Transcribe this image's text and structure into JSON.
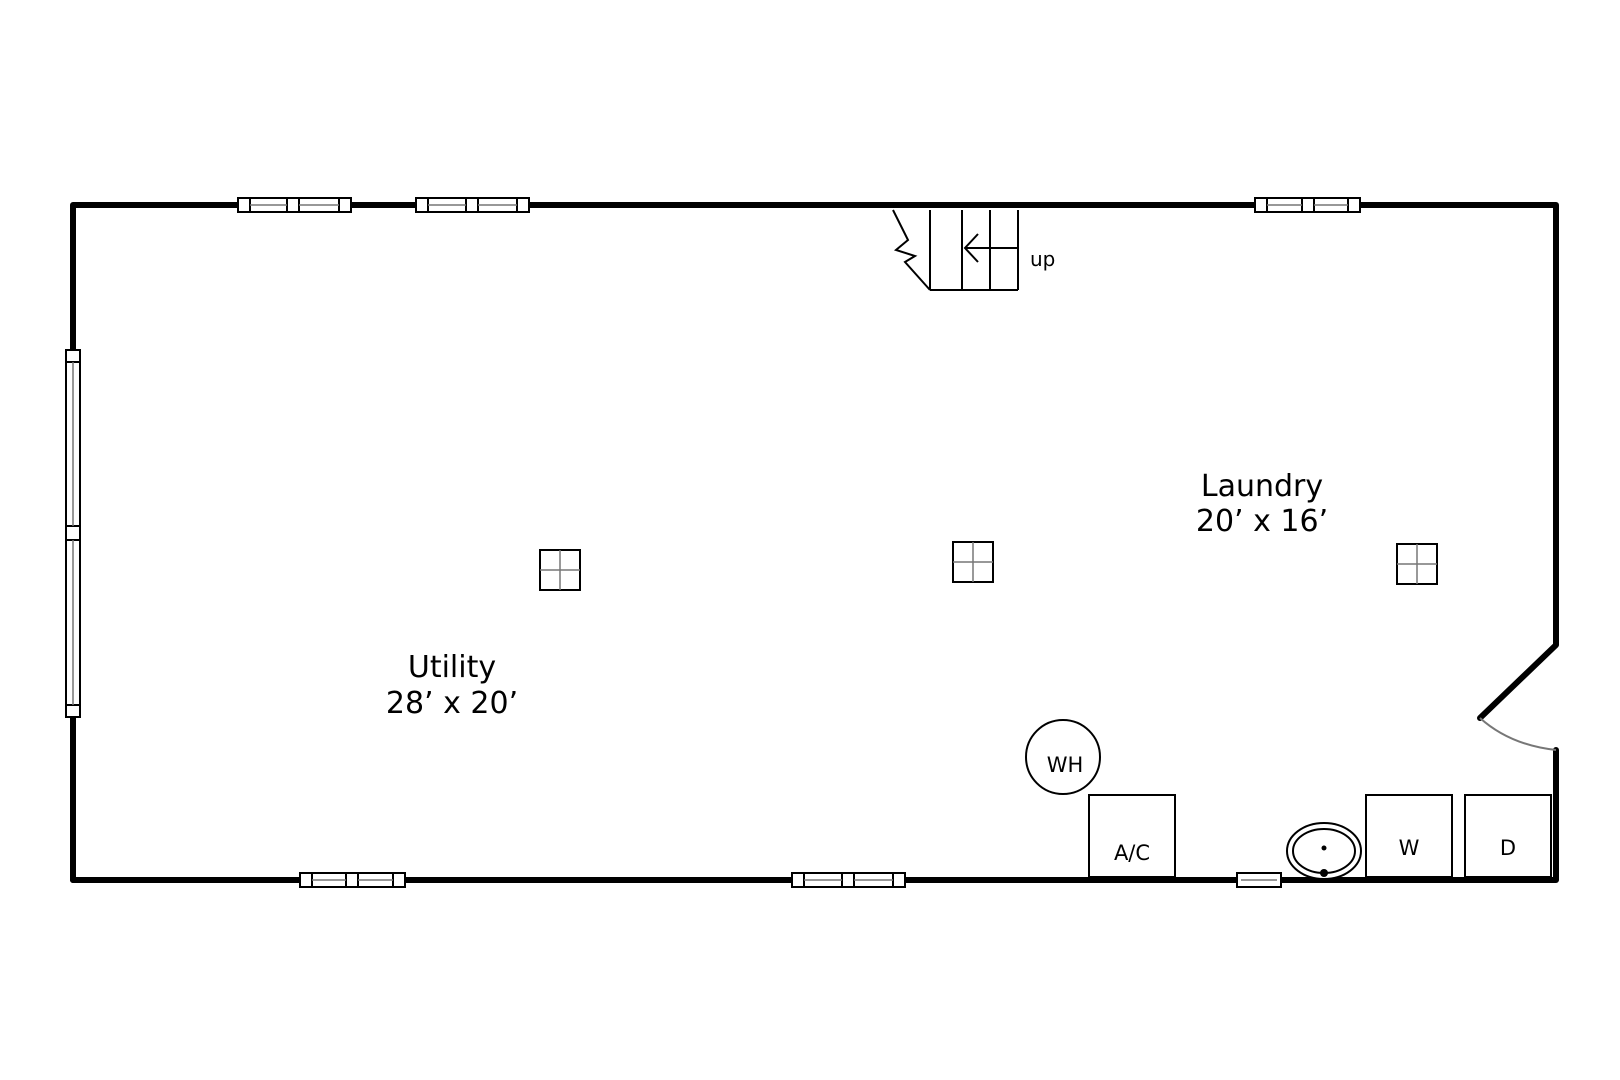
{
  "rooms": {
    "utility": {
      "name": "Utility",
      "size": "28’ x 20’"
    },
    "laundry": {
      "name": "Laundry",
      "size": "20’ x 16’"
    }
  },
  "stairs": {
    "direction_label": "up"
  },
  "fixtures": {
    "water_heater": "WH",
    "ac": "A/C",
    "washer": "W",
    "dryer": "D"
  }
}
